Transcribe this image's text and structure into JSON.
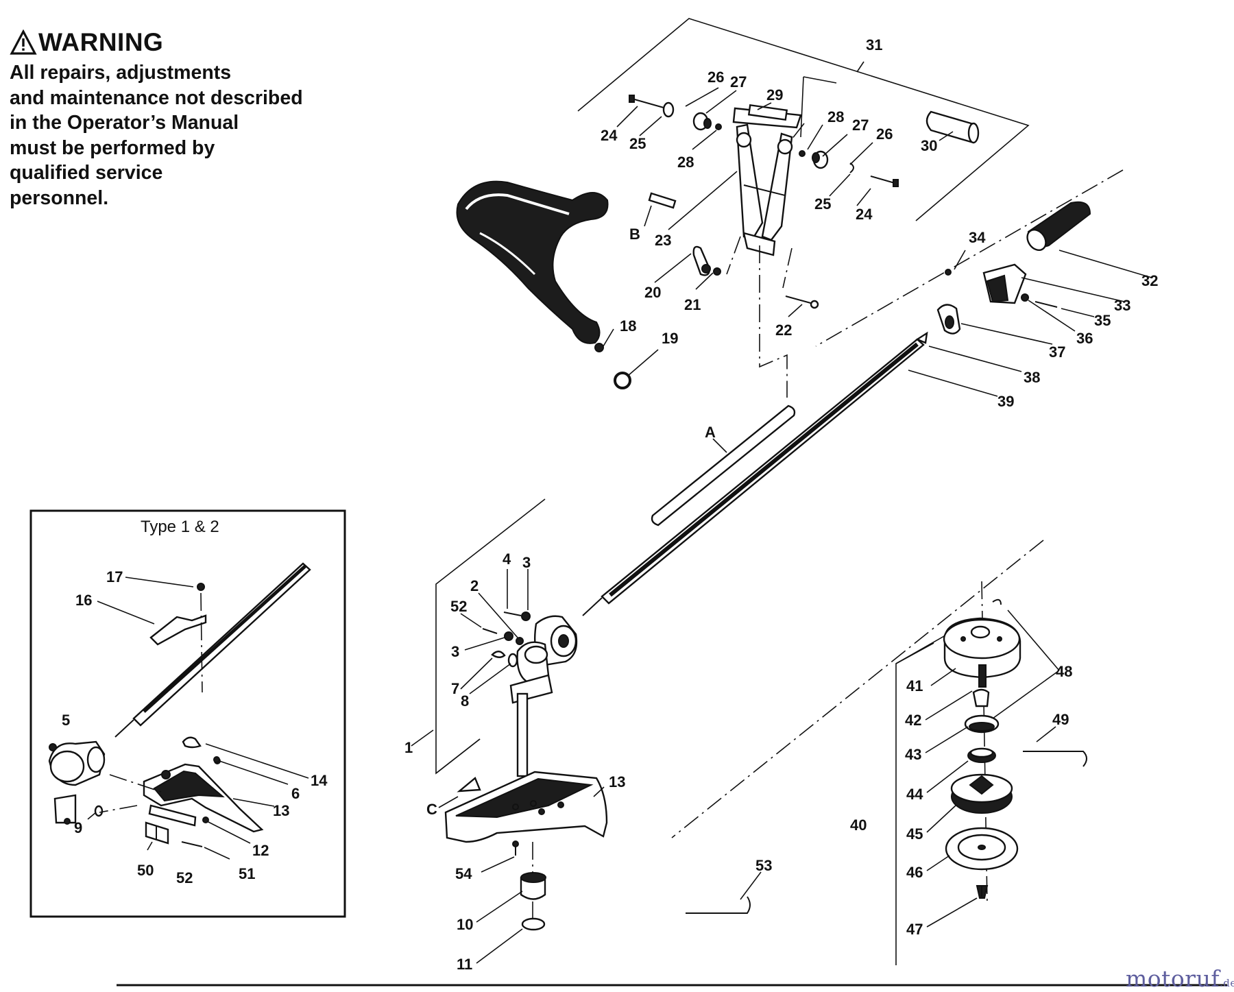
{
  "warning": {
    "title": "WARNING",
    "lines": [
      "All repairs, adjustments",
      "and maintenance not described",
      "in the Operator’s Manual",
      "must be performed by",
      "qualified service",
      "personnel."
    ]
  },
  "inset": {
    "title": "Type 1 & 2"
  },
  "watermark": {
    "main": "motoruf",
    "suffix": ".de"
  },
  "callouts": [
    {
      "id": "c31",
      "text": "31"
    },
    {
      "id": "c26a",
      "text": "26"
    },
    {
      "id": "c27a",
      "text": "27"
    },
    {
      "id": "c29",
      "text": "29"
    },
    {
      "id": "c24a",
      "text": "24"
    },
    {
      "id": "c25a",
      "text": "25"
    },
    {
      "id": "c28a",
      "text": "28"
    },
    {
      "id": "c28b",
      "text": "28"
    },
    {
      "id": "c27b",
      "text": "27"
    },
    {
      "id": "c26b",
      "text": "26"
    },
    {
      "id": "c30",
      "text": "30"
    },
    {
      "id": "c25b",
      "text": "25"
    },
    {
      "id": "c24b",
      "text": "24"
    },
    {
      "id": "cB",
      "text": "B"
    },
    {
      "id": "c23",
      "text": "23"
    },
    {
      "id": "c20",
      "text": "20"
    },
    {
      "id": "c21",
      "text": "21"
    },
    {
      "id": "c22",
      "text": "22"
    },
    {
      "id": "c18",
      "text": "18"
    },
    {
      "id": "c19",
      "text": "19"
    },
    {
      "id": "c34",
      "text": "34"
    },
    {
      "id": "c32",
      "text": "32"
    },
    {
      "id": "c33",
      "text": "33"
    },
    {
      "id": "c35",
      "text": "35"
    },
    {
      "id": "c36",
      "text": "36"
    },
    {
      "id": "c37",
      "text": "37"
    },
    {
      "id": "c38",
      "text": "38"
    },
    {
      "id": "c39",
      "text": "39"
    },
    {
      "id": "cA",
      "text": "A"
    },
    {
      "id": "c4",
      "text": "4"
    },
    {
      "id": "c3a",
      "text": "3"
    },
    {
      "id": "c2",
      "text": "2"
    },
    {
      "id": "c52a",
      "text": "52"
    },
    {
      "id": "c3b",
      "text": "3"
    },
    {
      "id": "c7",
      "text": "7"
    },
    {
      "id": "c8",
      "text": "8"
    },
    {
      "id": "c1",
      "text": "1"
    },
    {
      "id": "c13a",
      "text": "13"
    },
    {
      "id": "cC",
      "text": "C"
    },
    {
      "id": "c54",
      "text": "54"
    },
    {
      "id": "c10",
      "text": "10"
    },
    {
      "id": "c11",
      "text": "11"
    },
    {
      "id": "c53",
      "text": "53"
    },
    {
      "id": "c48",
      "text": "48"
    },
    {
      "id": "c41",
      "text": "41"
    },
    {
      "id": "c49",
      "text": "49"
    },
    {
      "id": "c42",
      "text": "42"
    },
    {
      "id": "c43",
      "text": "43"
    },
    {
      "id": "c44",
      "text": "44"
    },
    {
      "id": "c40",
      "text": "40"
    },
    {
      "id": "c45",
      "text": "45"
    },
    {
      "id": "c46",
      "text": "46"
    },
    {
      "id": "c47",
      "text": "47"
    },
    {
      "id": "c17",
      "text": "17"
    },
    {
      "id": "c16",
      "text": "16"
    },
    {
      "id": "c5",
      "text": "5"
    },
    {
      "id": "c14",
      "text": "14"
    },
    {
      "id": "c6",
      "text": "6"
    },
    {
      "id": "c13b",
      "text": "13"
    },
    {
      "id": "c9",
      "text": "9"
    },
    {
      "id": "c12",
      "text": "12"
    },
    {
      "id": "c50",
      "text": "50"
    },
    {
      "id": "c52b",
      "text": "52"
    },
    {
      "id": "c51",
      "text": "51"
    }
  ]
}
